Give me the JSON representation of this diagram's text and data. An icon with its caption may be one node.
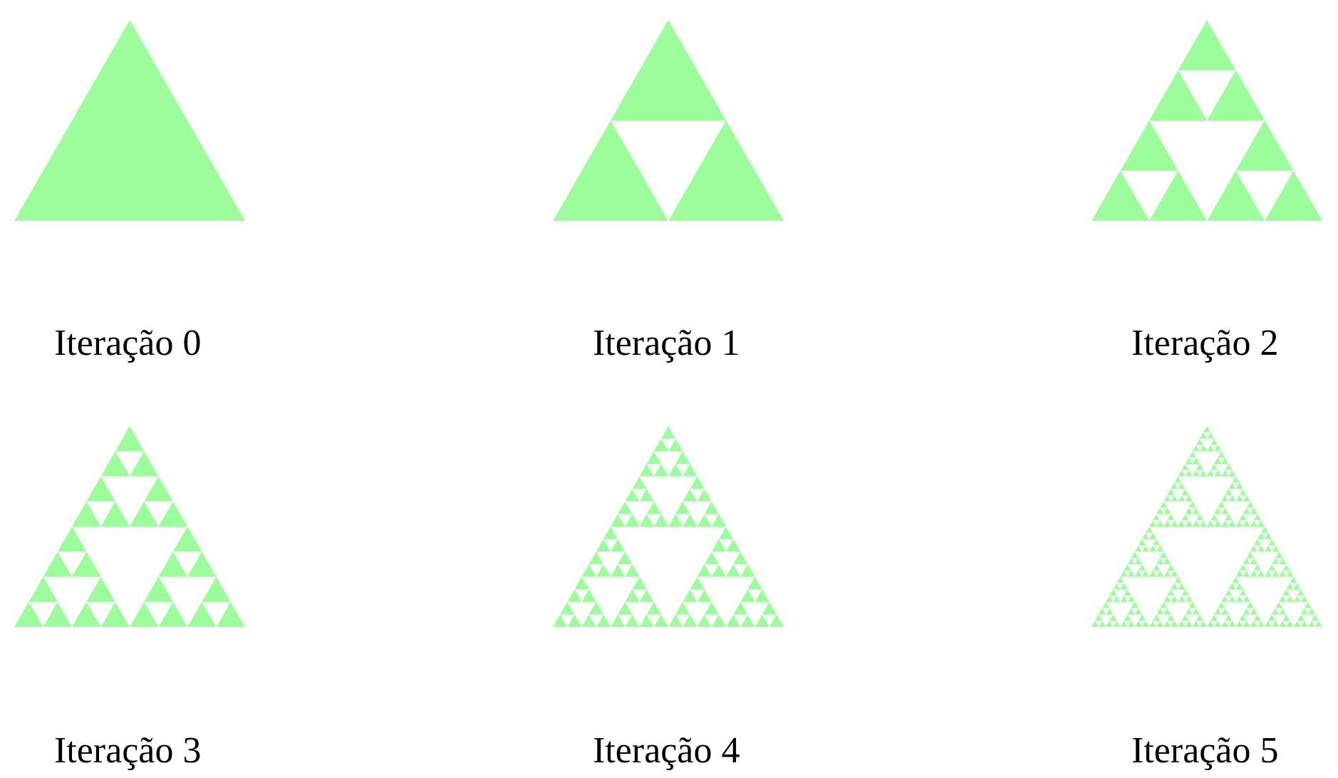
{
  "diagram": {
    "labels": [
      "Iteração 0",
      "Iteração 1",
      "Iteração 2",
      "Iteração 3",
      "Iteração 4",
      "Iteração 5"
    ]
  }
}
